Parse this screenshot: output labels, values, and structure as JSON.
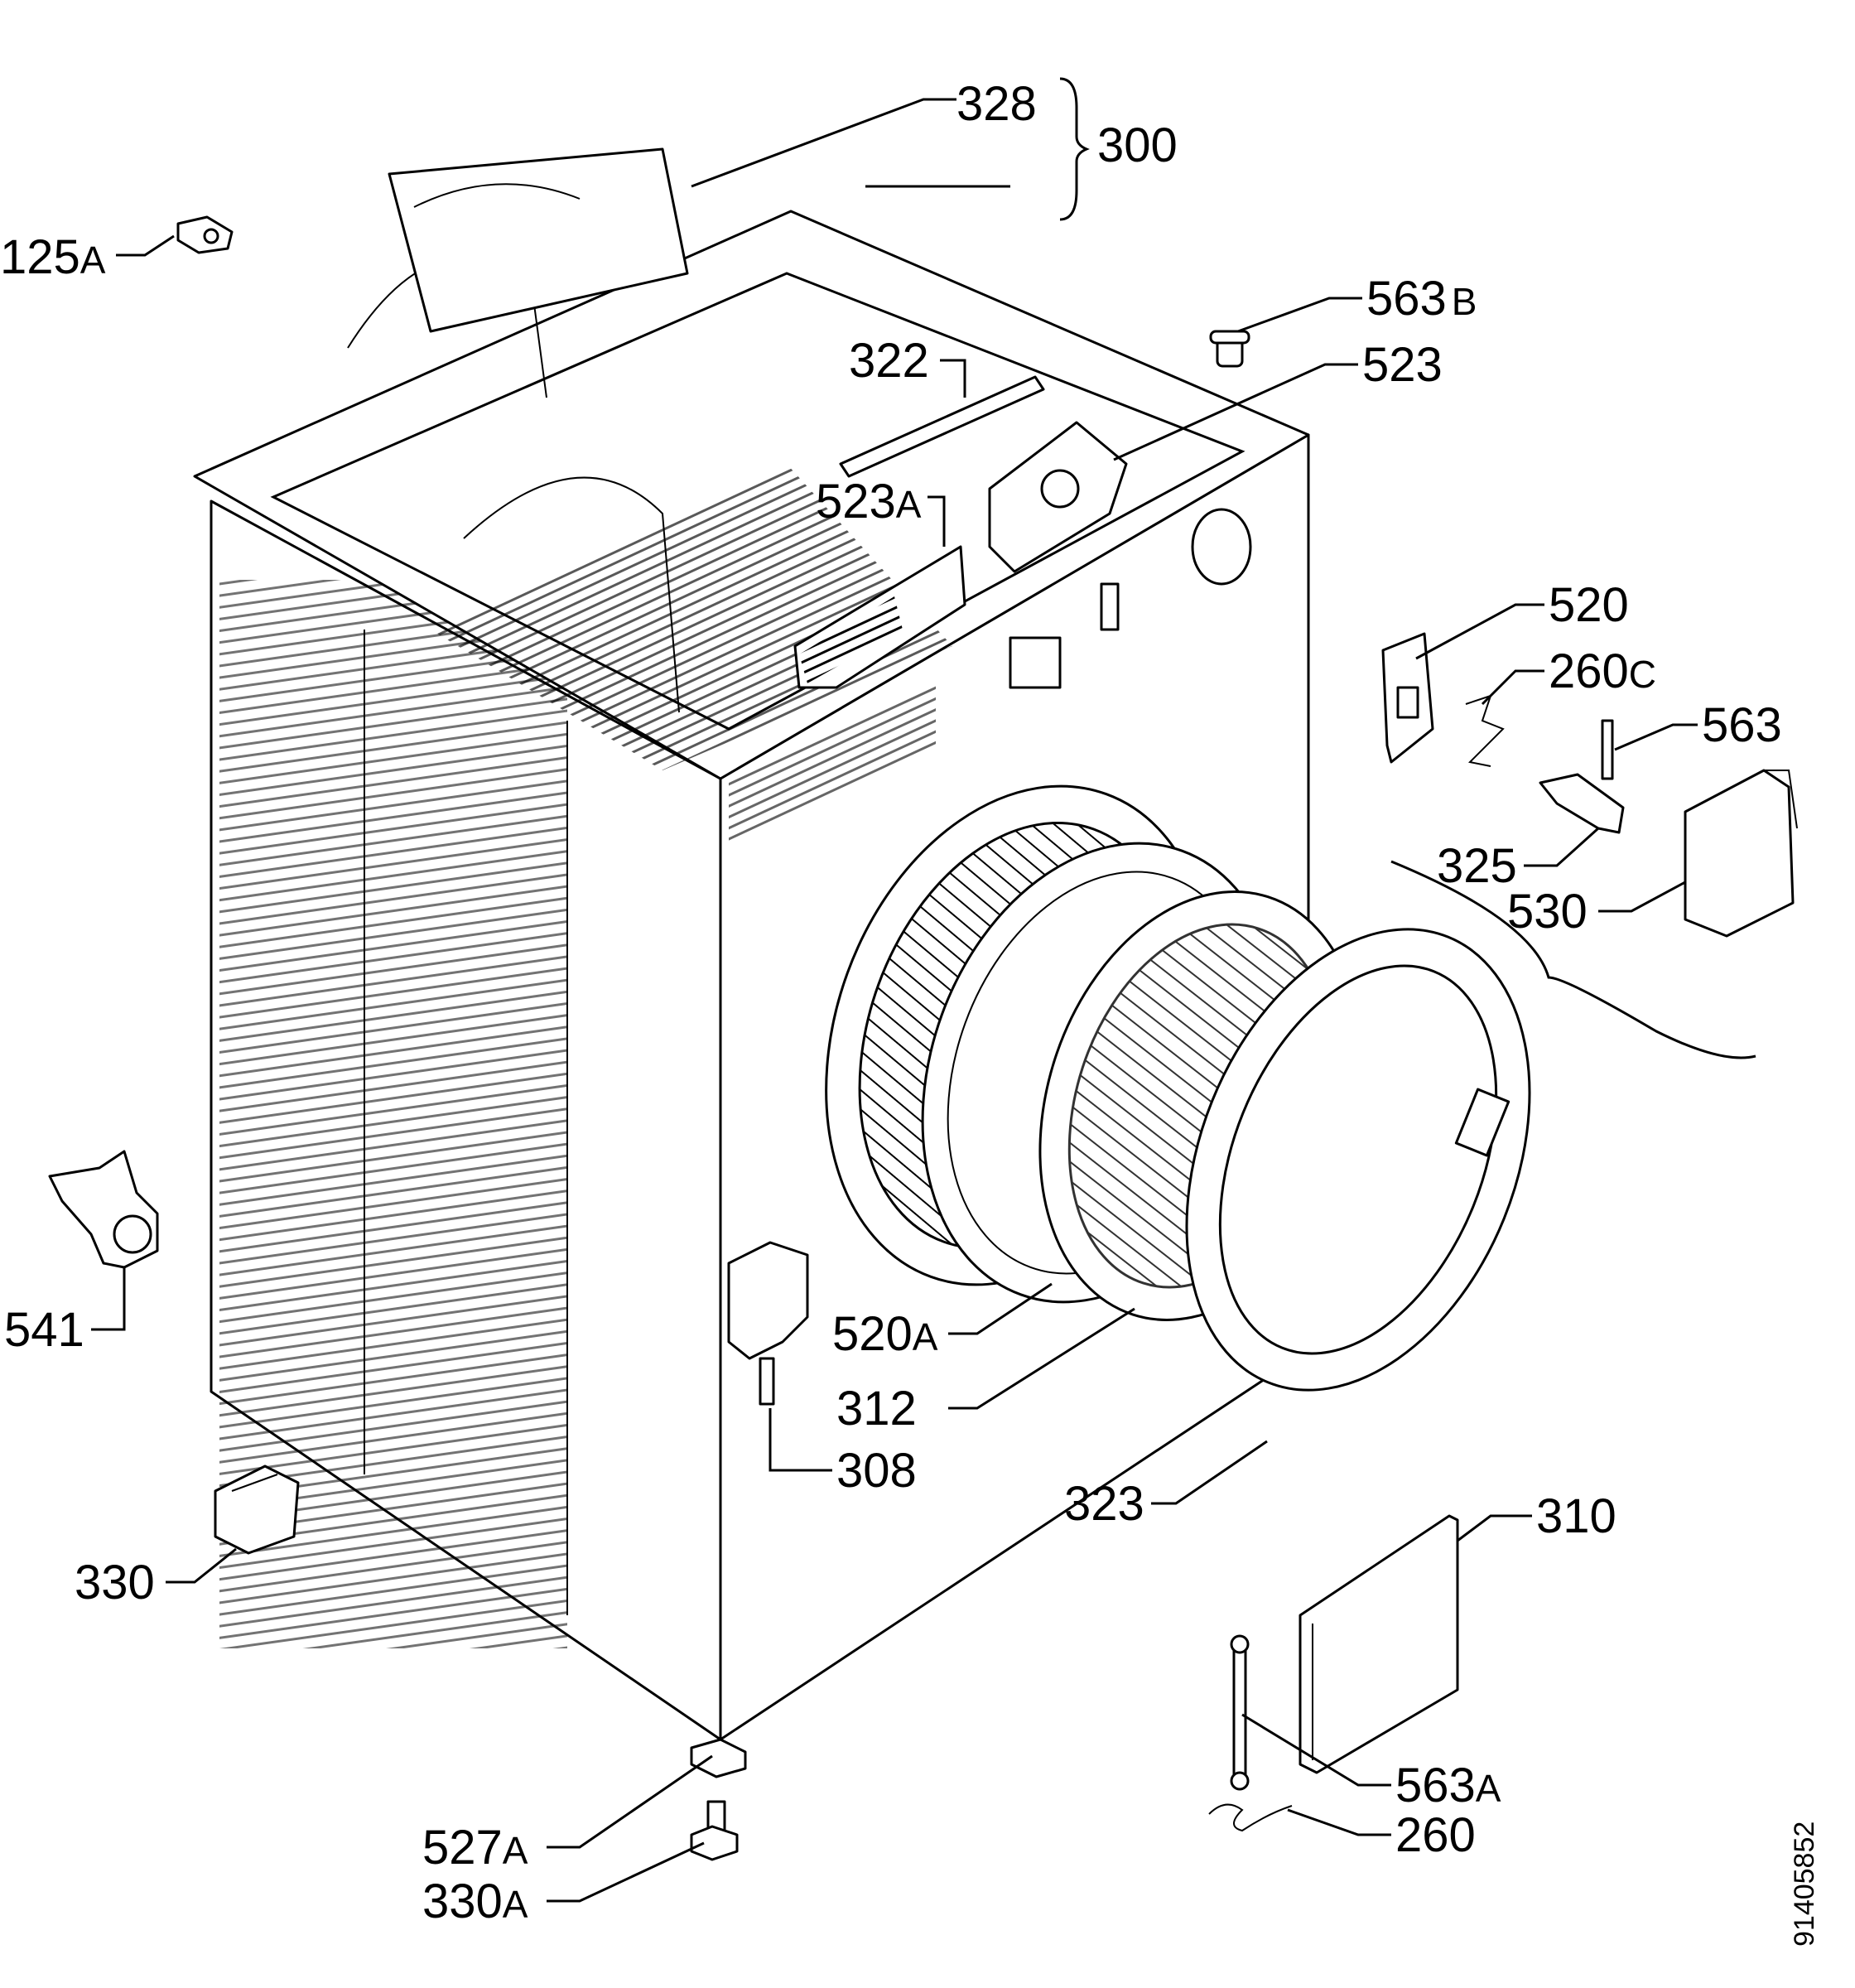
{
  "labels": {
    "l328": "328",
    "l300": "300",
    "l125": "125",
    "l125s": "A",
    "l563b": "563",
    "l563bs": "B",
    "l322": "322",
    "l523": "523",
    "l523a": "523",
    "l523as": "A",
    "l520": "520",
    "l260c": "260",
    "l260cs": "C",
    "l563": "563",
    "l325": "325",
    "l530": "530",
    "l541": "541",
    "l520a": "520",
    "l520as": "A",
    "l312": "312",
    "l308": "308",
    "l323": "323",
    "l310": "310",
    "l330": "330",
    "l563a": "563",
    "l563as": "A",
    "l260": "260",
    "l527a": "527",
    "l527as": "A",
    "l330a": "330",
    "l330as": "A"
  },
  "document_number": "91405852"
}
